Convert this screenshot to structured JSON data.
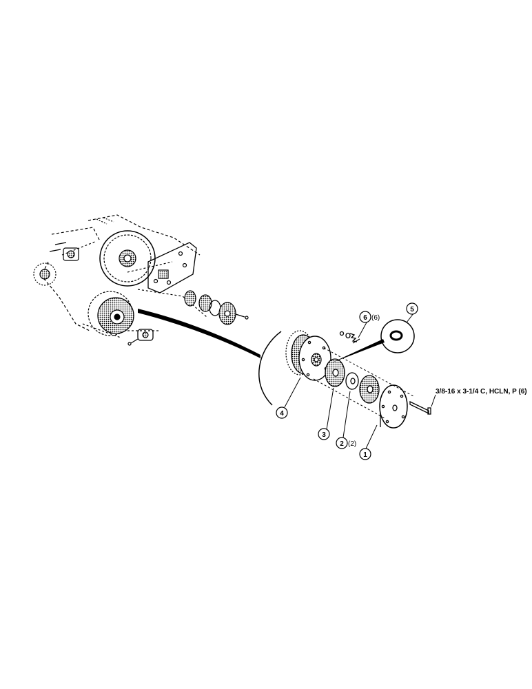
{
  "callouts": [
    {
      "num": "1",
      "qty": ""
    },
    {
      "num": "2",
      "qty": "(2)"
    },
    {
      "num": "3",
      "qty": ""
    },
    {
      "num": "4",
      "qty": ""
    },
    {
      "num": "5",
      "qty": ""
    },
    {
      "num": "6",
      "qty": "(6)"
    }
  ],
  "fastener_label": "3/8-16 x 3-1/4 C, HCLN, P (6)",
  "colors": {
    "ink": "#000000",
    "background": "#ffffff"
  }
}
